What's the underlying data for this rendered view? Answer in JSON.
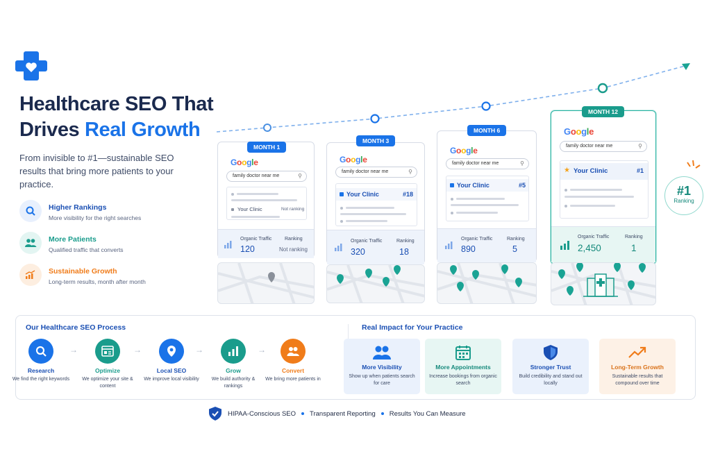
{
  "hero": {
    "title_line1": "Healthcare SEO That",
    "title_line2_plain": "Drives ",
    "title_line2_accent": "Real Growth",
    "subtitle": "From invisible to #1—sustainable SEO results that bring more patients to your practice."
  },
  "benefits": [
    {
      "title": "Higher Rankings",
      "desc": "More visibility for the right searches",
      "color": "#1a73e8",
      "icon": "search-icon"
    },
    {
      "title": "More Patients",
      "desc": "Qualified traffic that converts",
      "color": "#1a9c8c",
      "icon": "people-icon"
    },
    {
      "title": "Sustainable Growth",
      "desc": "Long-term results, month after month",
      "color": "#f07c1a",
      "icon": "growth-chart-icon"
    }
  ],
  "months": [
    {
      "badge": "MONTH 1",
      "query": "family doctor near me",
      "clinic": "Your Clinic",
      "rank_text": "Not ranking",
      "traffic_label": "Organic Traffic",
      "traffic": "120",
      "ranking_label": "Ranking",
      "ranking": "Not ranking"
    },
    {
      "badge": "MONTH 3",
      "query": "family doctor near me",
      "clinic": "Your Clinic",
      "rank_text": "#18",
      "traffic_label": "Organic Traffic",
      "traffic": "320",
      "ranking_label": "Ranking",
      "ranking": "18"
    },
    {
      "badge": "MONTH 6",
      "query": "family doctor near me",
      "clinic": "Your Clinic",
      "rank_text": "#5",
      "traffic_label": "Organic Traffic",
      "traffic": "890",
      "ranking_label": "Ranking",
      "ranking": "5"
    },
    {
      "badge": "MONTH 12",
      "query": "family doctor near me",
      "clinic": "Your Clinic",
      "rank_text": "#1",
      "traffic_label": "Organic Traffic",
      "traffic": "2,450",
      "ranking_label": "Ranking",
      "ranking": "1"
    }
  ],
  "google_text": "Google",
  "rank_badge": {
    "big": "#1",
    "label": "Ranking"
  },
  "process": {
    "title": "Our Healthcare SEO Process",
    "steps": [
      {
        "title": "Research",
        "desc": "We find the right keywords",
        "color": "#1a73e8",
        "icon": "search-icon"
      },
      {
        "title": "Optimize",
        "desc": "We optimize your site & content",
        "color": "#1a9c8c",
        "icon": "web-page-icon"
      },
      {
        "title": "Local SEO",
        "desc": "We improve local visibility",
        "color": "#1a73e8",
        "icon": "location-pin-icon"
      },
      {
        "title": "Grow",
        "desc": "We build authority & rankings",
        "color": "#1a9c8c",
        "icon": "bar-chart-icon"
      },
      {
        "title": "Convert",
        "desc": "We bring more patients in",
        "color": "#f07c1a",
        "icon": "people-icon"
      }
    ]
  },
  "impact": {
    "title": "Real Impact for Your Practice",
    "cards": [
      {
        "title": "More Visibility",
        "desc": "Show up when patients search for care",
        "bg": "#eaf1fc",
        "color": "#1a4fb3",
        "icon": "people-icon"
      },
      {
        "title": "More Appointments",
        "desc": "Increase bookings from organic search",
        "bg": "#e7f6f3",
        "color": "#15897b",
        "icon": "calendar-icon"
      },
      {
        "title": "Stronger Trust",
        "desc": "Build credibility and stand out locally",
        "bg": "#eaf1fc",
        "color": "#1a4fb3",
        "icon": "shield-icon"
      },
      {
        "title": "Long-Term Growth",
        "desc": "Sustainable results that compound over time",
        "bg": "#fdf1e6",
        "color": "#d9721a",
        "icon": "trend-up-icon"
      }
    ]
  },
  "footer": {
    "items": [
      "HIPAA-Conscious SEO",
      "Transparent Reporting",
      "Results You Can Measure"
    ]
  }
}
